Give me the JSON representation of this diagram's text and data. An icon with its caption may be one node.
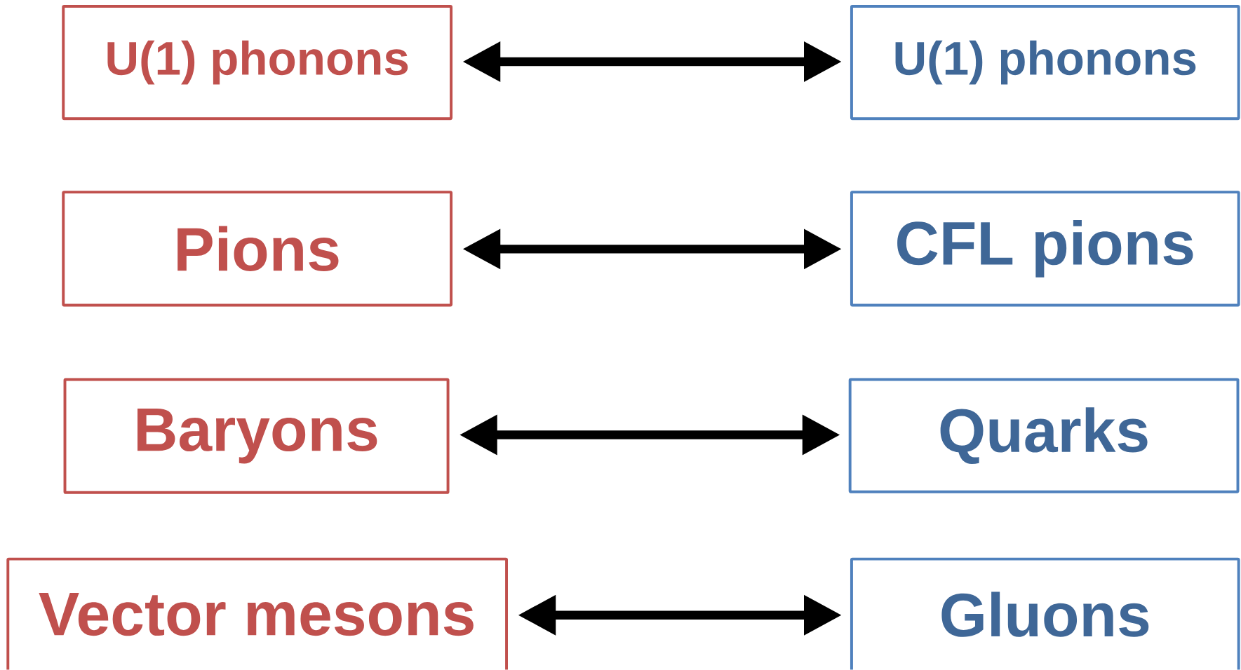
{
  "diagram": {
    "nodes": [
      {
        "text": [
          "U(1) phonons"
        ]
      },
      {
        "text": [
          "U(1) phonons"
        ]
      },
      {
        "text": [
          "Pions"
        ]
      },
      {
        "text": [
          "CFL pions"
        ]
      },
      {
        "text": [
          "Baryons"
        ]
      },
      {
        "text": [
          "Quarks"
        ]
      },
      {
        "text": [
          "Vector mesons"
        ]
      },
      {
        "text": [
          "Gluons"
        ]
      }
    ],
    "edges": [
      {
        "from": 0,
        "to": 1,
        "arrow": "both"
      },
      {
        "from": 2,
        "to": 3,
        "arrow": "both"
      },
      {
        "from": 4,
        "to": 5,
        "arrow": "both"
      },
      {
        "from": 6,
        "to": 7,
        "arrow": "both"
      }
    ]
  }
}
